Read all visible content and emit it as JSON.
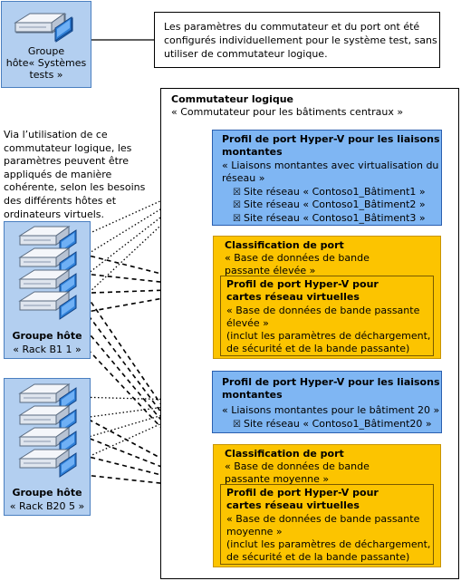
{
  "top_group": {
    "label_line1": "Groupe",
    "label_line2": "hôte« Systèmes",
    "label_line3": "tests »"
  },
  "callout": {
    "line1": "Les paramètres du commutateur et du port ont été",
    "line2": "configurés individuellement pour le système test, sans",
    "line3": "utiliser de commutateur logique."
  },
  "logical_switch": {
    "title": "Commutateur logique",
    "subtitle": "« Commutateur pour les bâtiments centraux »"
  },
  "side_note": {
    "line1": "Via l’utilisation de ce",
    "line2": "commutateur logique, les",
    "line3": "paramètres peuvent être",
    "line4": "appliqués de manière",
    "line5": "cohérente, selon les besoins",
    "line6": "des différents hôtes et",
    "line7": "ordinateurs virtuels."
  },
  "host_group_1": {
    "title": "Groupe hôte",
    "name": "« Rack B1 1 »"
  },
  "host_group_2": {
    "title": "Groupe hôte",
    "name": "« Rack B20 5 »"
  },
  "uplink_profile_1": {
    "title_line1": "Profil de port Hyper-V pour les liaisons",
    "title_line2": "montantes",
    "desc_line1": "« Liaisons montantes avec virtualisation du",
    "desc_line2": "réseau »",
    "sites": [
      "Site réseau « Contoso1_Bâtiment1 »",
      "Site réseau « Contoso1_Bâtiment2 »",
      "Site réseau « Contoso1_Bâtiment3 »"
    ],
    "checkbox_glyph": "☒"
  },
  "classification_1": {
    "title": "Classification de port",
    "desc_line1": "« Base de données de bande",
    "desc_line2": "passante élevée »",
    "inner_title_line1": "Profil de port Hyper-V pour",
    "inner_title_line2": "cartes réseau virtuelles",
    "inner_desc_line1": "« Base de données de bande passante",
    "inner_desc_line2": "élevée »",
    "inner_note_line1": "(inclut les paramètres de déchargement,",
    "inner_note_line2": "de sécurité et de la bande passante)"
  },
  "uplink_profile_2": {
    "title_line1": "Profil de port Hyper-V pour les liaisons",
    "title_line2": "montantes",
    "desc": "« Liaisons montantes pour le bâtiment 20 »",
    "site": "Site réseau « Contoso1_Bâtiment20 »",
    "checkbox_glyph": "☒"
  },
  "classification_2": {
    "title": "Classification de port",
    "desc_line1": "« Base de données de bande",
    "desc_line2": "passante moyenne »",
    "inner_title_line1": "Profil de port Hyper-V pour",
    "inner_title_line2": "cartes réseau virtuelles",
    "inner_desc_line1": "« Base de données de bande passante",
    "inner_desc_line2": "moyenne »",
    "inner_note_line1": "(inclut les paramètres de déchargement,",
    "inner_note_line2": "de sécurité et de la bande passante)"
  },
  "colors": {
    "group_fill": "#b3cff0",
    "uplink_fill": "#7fb6f3",
    "classification_fill": "#fcc400",
    "server_body": "#e8ecf2",
    "server_card": "#2f7fd6"
  }
}
